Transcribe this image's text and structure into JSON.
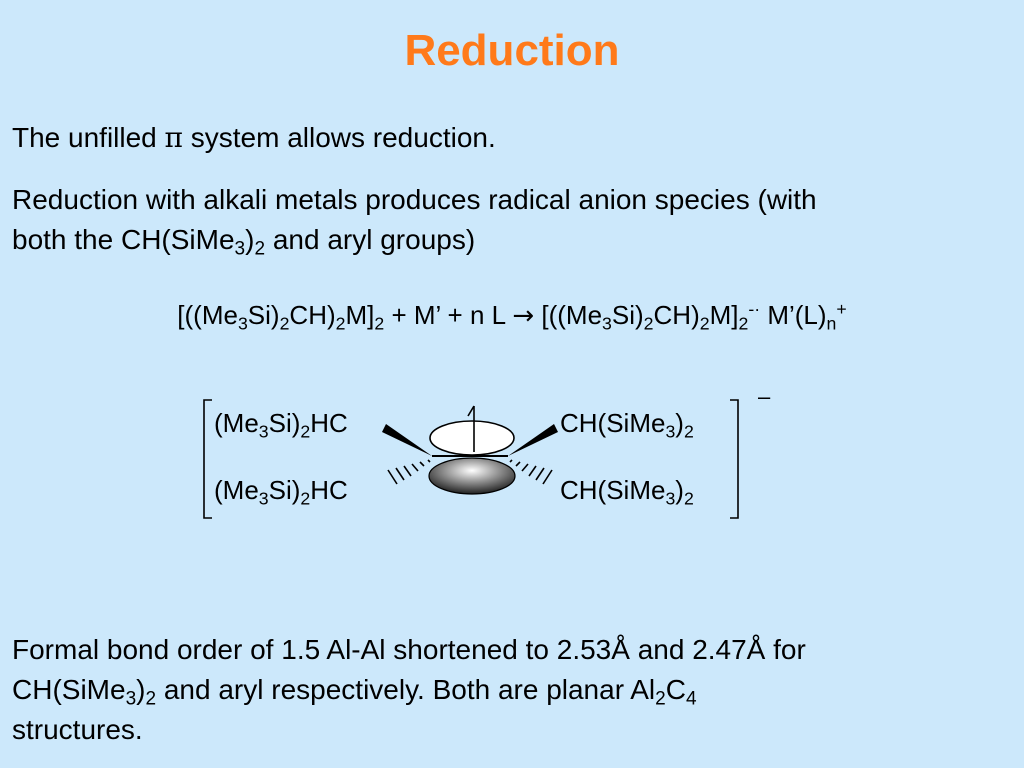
{
  "title": "Reduction",
  "p1": {
    "before": "The unfilled ",
    "pi": "π",
    "after": " system allows reduction."
  },
  "p2": {
    "line1": "Reduction with alkali metals produces radical anion species (with",
    "line2_a": "both the CH(SiMe",
    "sub1": "3",
    "line2_b": ")",
    "sub2": "2",
    "line2_c": " and aryl groups)"
  },
  "equation": {
    "t1": "[((Me",
    "s1": "3",
    "t2": "Si)",
    "s2": "2",
    "t3": "CH)",
    "s3": "2",
    "t4": "M]",
    "s4": "2",
    "t5": " + M’ + n L ",
    "arrow": "→",
    "t6": " [((Me",
    "s5": "3",
    "t7": "Si)",
    "s6": "2",
    "t8": "CH)",
    "s7": "2",
    "t9": "M]",
    "s8": "2",
    "charge1": "-·",
    "t10": " M’(L)",
    "s9": "n",
    "charge2": "+"
  },
  "molecule": {
    "charge": "–",
    "left": {
      "a": "(Me",
      "s1": "3",
      "b": "Si)",
      "s2": "2",
      "c": "HC"
    },
    "right": {
      "a": "CH(SiMe",
      "s1": "3",
      "b": ")",
      "s2": "2"
    }
  },
  "p3": {
    "line1": "Formal bond order of 1.5 Al-Al shortened to 2.53Å and 2.47Å for",
    "l2a": "CH(SiMe",
    "l2s1": "3",
    "l2b": ")",
    "l2s2": "2",
    "l2c": " and aryl respectively. Both are planar Al",
    "l2s3": "2",
    "l2d": "C",
    "l2s4": "4",
    "line3": "structures."
  },
  "colors": {
    "background": "#cce8fb",
    "title": "#ff7a1a"
  }
}
